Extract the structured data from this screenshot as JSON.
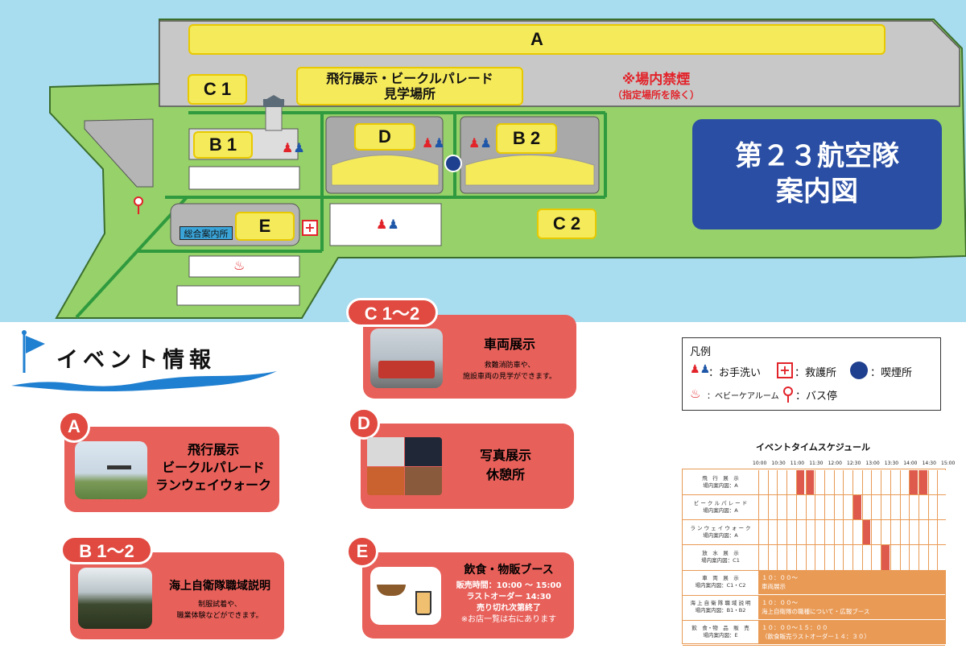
{
  "map": {
    "zone_a": "A",
    "zone_c1": "C 1",
    "zone_c2": "C 2",
    "zone_b1": "B 1",
    "zone_b2": "B 2",
    "zone_d": "D",
    "zone_e": "E",
    "viewing_area_line1": "飛行展示・ビークルパレード",
    "viewing_area_line2": "見学場所",
    "no_smoking_line1": "※場内禁煙",
    "no_smoking_line2": "（指定場所を除く）",
    "info_desk": "総合案内所",
    "title_line1": "第２３航空隊",
    "title_line2": "案内図"
  },
  "events_header": "イベント情報",
  "cards": {
    "a": {
      "badge": "A",
      "title_line1": "飛行展示",
      "title_line2": "ビークルパレード",
      "title_line3": "ランウェイウォーク"
    },
    "b": {
      "badge": "B 1～2",
      "title": "海上自衛隊職域説明",
      "sub_line1": "制服試着や、",
      "sub_line2": "職業体験などができます。"
    },
    "c": {
      "badge": "C 1～2",
      "title": "車両展示",
      "sub_line1": "救難消防車や、",
      "sub_line2": "施設車両の見学ができます。"
    },
    "d": {
      "badge": "D",
      "title_line1": "写真展示",
      "title_line2": "休憩所"
    },
    "e": {
      "badge": "E",
      "title": "飲食・物販ブース",
      "line1": "販売時間：10:00 ～ 15:00",
      "line2": "ラストオーダー 14:30",
      "line3": "売り切れ次第終了",
      "line4": "※お店一覧は右にあります"
    }
  },
  "legend": {
    "title": "凡例",
    "toilet": "：お手洗い",
    "first_aid": "：救護所",
    "smoking": "：喫煙所",
    "baby_room": "：ベビーケアルーム",
    "bus_stop": "：バス停"
  },
  "timetable": {
    "title": "イベントタイムスケジュール",
    "times": [
      "10:00",
      "10:30",
      "11:00",
      "11:30",
      "12:00",
      "12:30",
      "13:00",
      "13:30",
      "14:00",
      "14:30",
      "15:00"
    ],
    "rows": [
      {
        "name": "飛　行　展　示",
        "place": "場内案内図：A"
      },
      {
        "name": "ビ ー ク ル パ レ ー ド",
        "place": "場内案内図：A"
      },
      {
        "name": "ラ ン ウ ェ イ ウ ォ ー ク",
        "place": "場内案内図：A"
      },
      {
        "name": "放　水　展　示",
        "place": "場内案内図：C1"
      },
      {
        "name": "車　両　展　示",
        "place": "場内案内図：C1・C2"
      },
      {
        "name": "海 上 自 衛 隊 職 域 説 明",
        "place": "場内案内図：B1・B2"
      },
      {
        "name": "飲　食・物　品　販　売",
        "place": "場内案内図：E"
      }
    ],
    "bar_vehicle_time": "１０：００～",
    "bar_vehicle_text": "車両展示",
    "bar_job_time": "１０：００～",
    "bar_job_text": "海上自衛隊の職種について・広報ブース",
    "bar_food_time": "１０：００～１５：００",
    "bar_food_text": "（飲食販売ラストオーダー１４：３０）"
  },
  "colors": {
    "sky": "#a8dcef",
    "grass": "#97d16a",
    "runway": "#c8c8c8",
    "path": "#2f9a3e",
    "yellow": "#f5ea5a",
    "title_blue": "#2a4ea3",
    "card_red": "#e8605a",
    "timetable_orange": "#e99a55",
    "timetable_cell_on": "#de5a4c"
  }
}
